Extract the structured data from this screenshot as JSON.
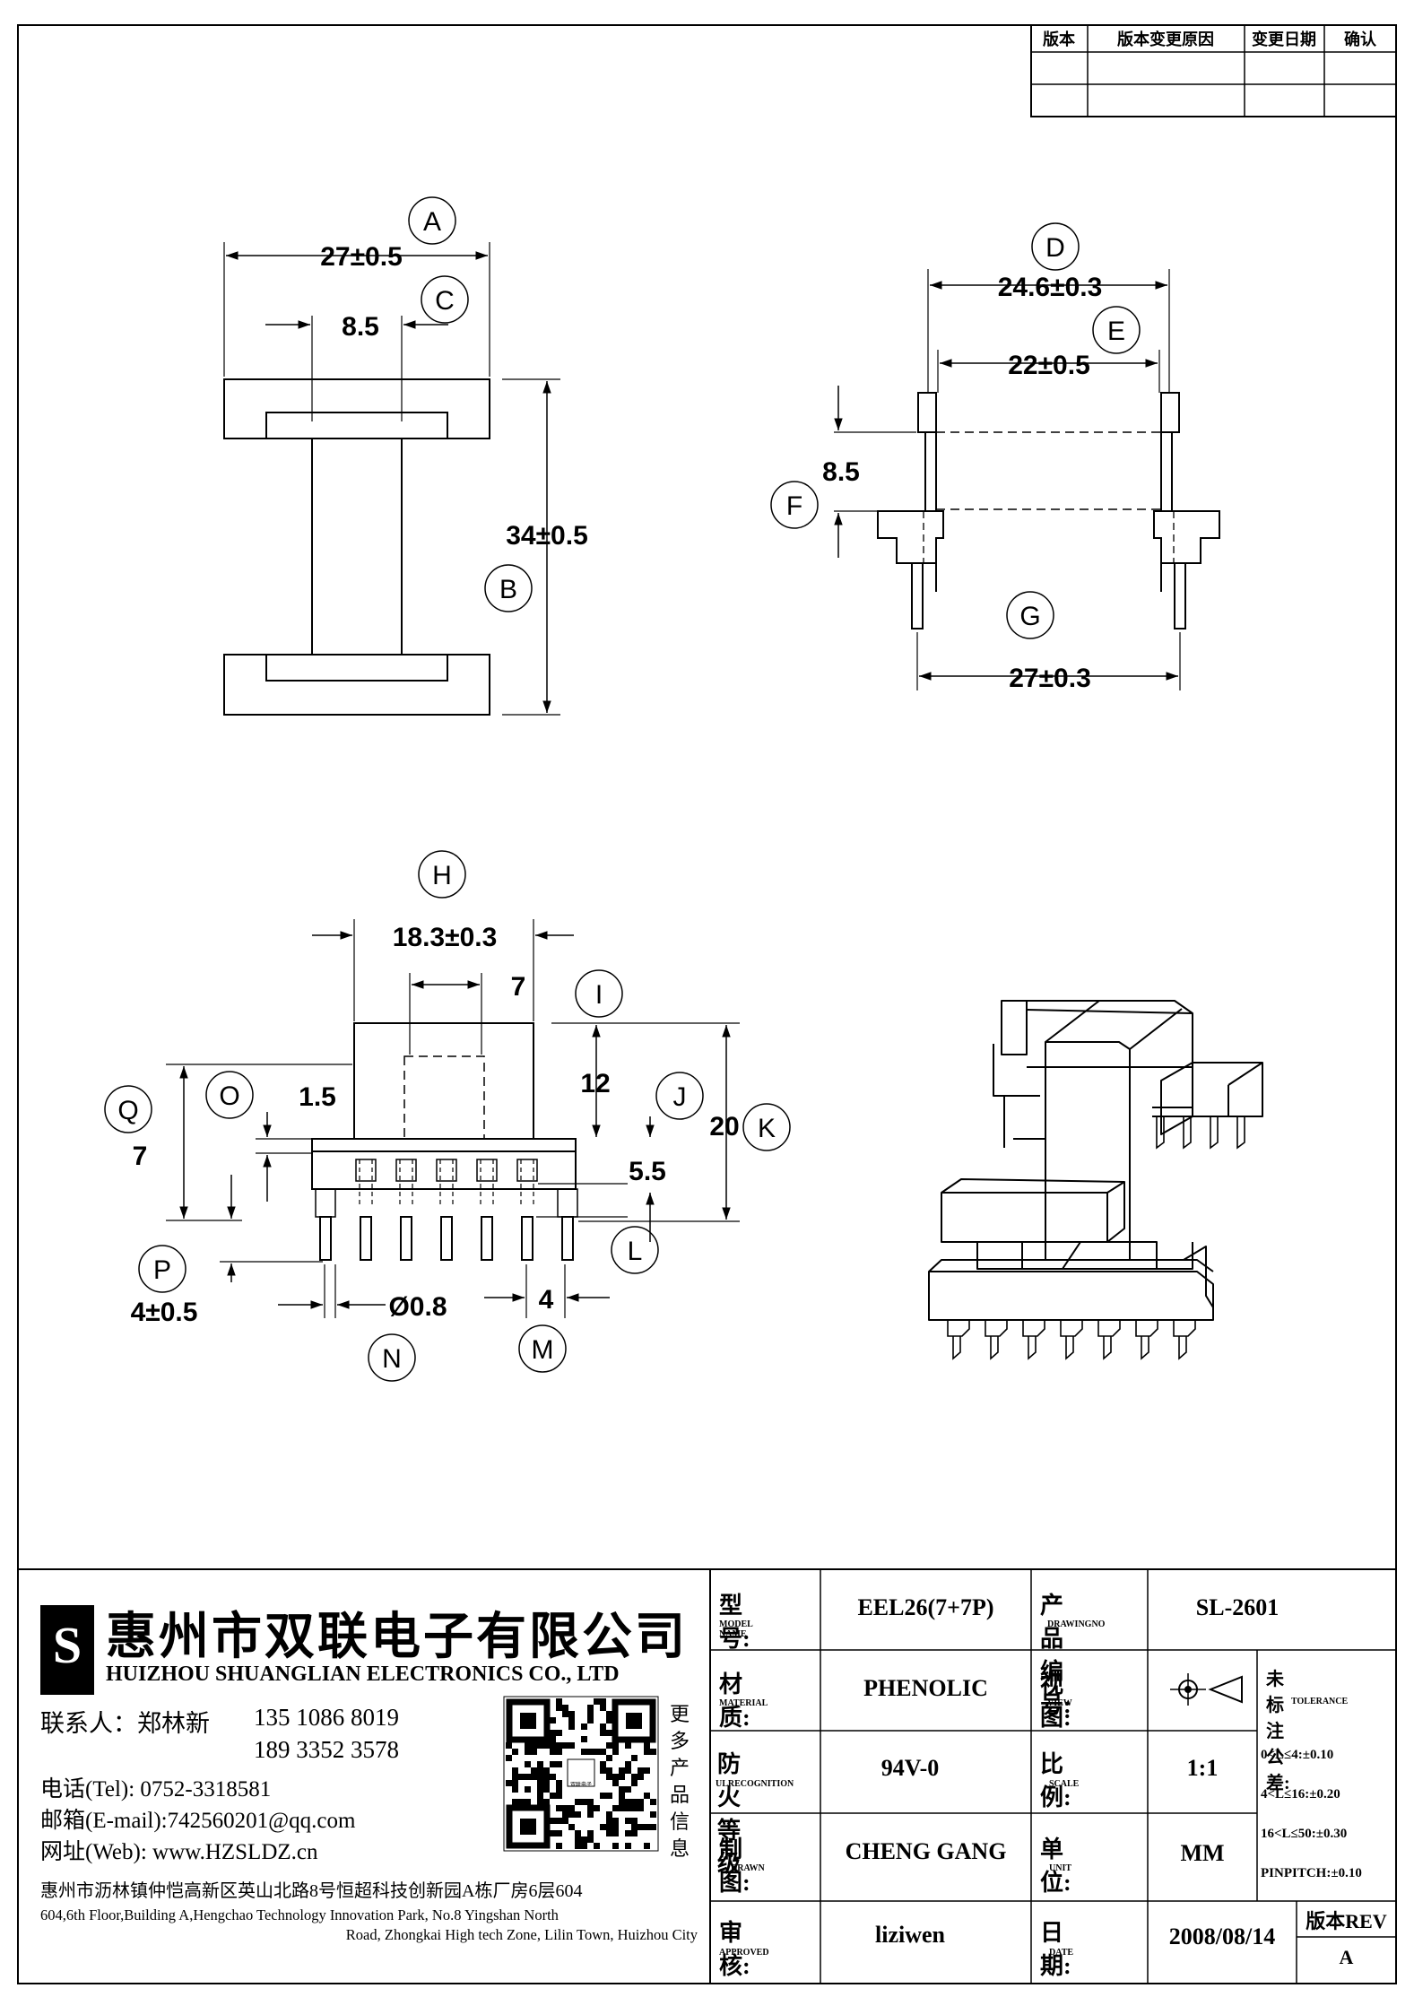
{
  "revision_table": {
    "headers": [
      "版本",
      "版本变更原因",
      "变更日期",
      "确认"
    ]
  },
  "views": {
    "top": {
      "dims": [
        {
          "letter": "A",
          "value": "27±0.5"
        },
        {
          "letter": "C",
          "value": "8.5"
        },
        {
          "letter": "B",
          "value": "34±0.5"
        }
      ]
    },
    "side": {
      "dims": [
        {
          "letter": "D",
          "value": "24.6±0.3"
        },
        {
          "letter": "E",
          "value": "22±0.5"
        },
        {
          "letter": "F",
          "value": "8.5"
        },
        {
          "letter": "G",
          "value": "27±0.3"
        }
      ]
    },
    "front": {
      "dims": [
        {
          "letter": "H",
          "value": "18.3±0.3"
        },
        {
          "letter": "I",
          "value": "7"
        },
        {
          "letter": "",
          "value": "12"
        },
        {
          "letter": "J",
          "value": ""
        },
        {
          "letter": "K",
          "value": "20"
        },
        {
          "letter": "O",
          "value": "1.5"
        },
        {
          "letter": "Q",
          "value": "7"
        },
        {
          "letter": "",
          "value": "5.5"
        },
        {
          "letter": "L",
          "value": ""
        },
        {
          "letter": "P",
          "value": "4±0.5"
        },
        {
          "letter": "N",
          "value": "Ø0.8"
        },
        {
          "letter": "M",
          "value": "4"
        }
      ]
    }
  },
  "company": {
    "name_cn": "惠州市双联电子有限公司",
    "name_en": "HUIZHOU SHUANGLIAN ELECTRONICS CO., LTD",
    "contact_label": "联系人：郑林新",
    "phone1": "135 1086 8019",
    "phone2": "189 3352 3578",
    "tel": "电话(Tel): 0752-3318581",
    "email": "邮箱(E-mail):742560201@qq.com",
    "web": "网址(Web): www.HZSLDZ.cn",
    "address_cn": "惠州市沥林镇仲恺高新区英山北路8号恒超科技创新园A栋厂房6层604",
    "address_en_1": "604,6th Floor,Building A,Hengchao Technology Innovation Park, No.8 Yingshan North",
    "address_en_2": "Road, Zhongkai High tech Zone, Lilin Town, Huizhou City",
    "qr_caption": [
      "更",
      "多",
      "产",
      "品",
      "信",
      "息"
    ],
    "qr_badge": "双联电子"
  },
  "title_block": {
    "model_label": "型号:",
    "model_label_en": "MODEL NAME",
    "model_value": "EEL26(7+7P)",
    "drawingno_label": "产品编号:",
    "drawingno_label_en": "DRAWINGNO",
    "drawingno_value": "SL-2601",
    "material_label": "材质:",
    "material_label_en": "MATERIAL",
    "material_value": "PHENOLIC",
    "view_label": "视图:",
    "view_label_en": "VIEW",
    "tolerance_label": "未标注公差:",
    "tolerance_label_en": "TOLERANCE",
    "tolerances": [
      "0<L≤4:±0.10",
      "4<L≤16:±0.20",
      "16<L≤50:±0.30",
      "PINPITCH:±0.10"
    ],
    "fire_label": "防火等级",
    "fire_label_en": "ULRECOGNITION",
    "fire_value": "94V-0",
    "scale_label": "比例:",
    "scale_label_en": "SCALE",
    "scale_value": "1:1",
    "drawn_label": "制图:",
    "drawn_label_en": "DRAWN",
    "drawn_value": "CHENG GANG",
    "unit_label": "单位:",
    "unit_label_en": "UNIT",
    "unit_value": "MM",
    "approved_label": "审核:",
    "approved_label_en": "APPROVED",
    "approved_value": "liziwen",
    "date_label": "日期:",
    "date_label_en": "DATE",
    "date_value": "2008/08/14",
    "rev_label": "版本REV",
    "rev_value": "A"
  }
}
